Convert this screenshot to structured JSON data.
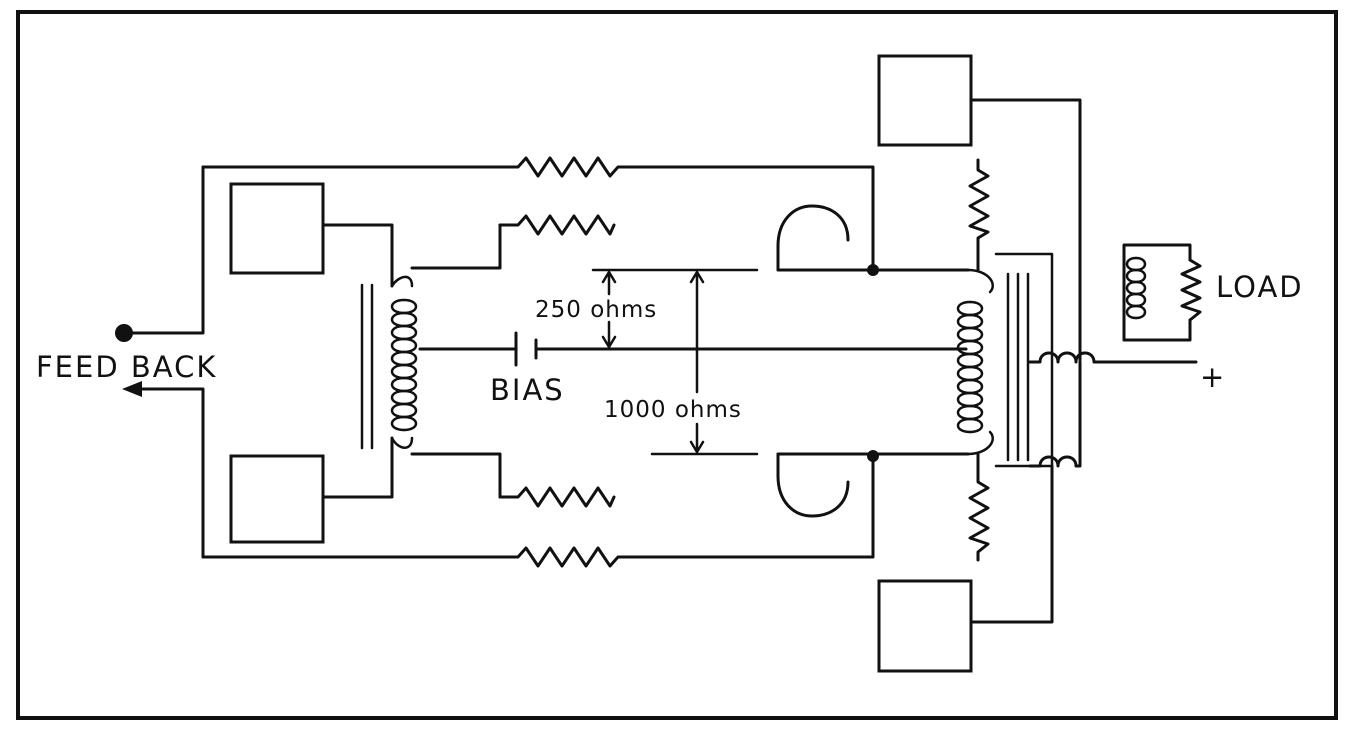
{
  "labels": {
    "feed_back": "FEED BACK",
    "bias": "BIAS",
    "r_250": "250 ohms",
    "r_1000": "1000 ohms",
    "load": "LOAD",
    "plus": "+"
  }
}
